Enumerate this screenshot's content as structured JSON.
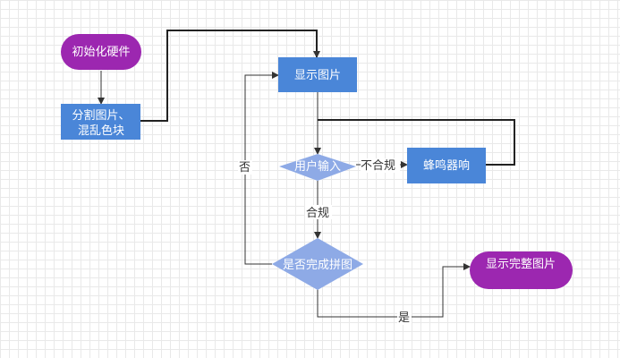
{
  "diagram": {
    "nodes": {
      "init_hardware": "初始化硬件",
      "split_image_line1": "分割图片、",
      "split_image_line2": "混乱色块",
      "show_image": "显示图片",
      "user_input": "用户输入",
      "buzzer": "蜂鸣器响",
      "puzzle_done": "是否完成拼图",
      "show_full_image": "显示完整图片"
    },
    "edge_labels": {
      "invalid": "不合规",
      "valid": "合规",
      "no": "否",
      "yes": "是"
    },
    "colors": {
      "terminal_purple": "#9c27b0",
      "process_blue": "#4a86d8",
      "decision_blue": "#8eaae6",
      "line": "#333333"
    }
  }
}
